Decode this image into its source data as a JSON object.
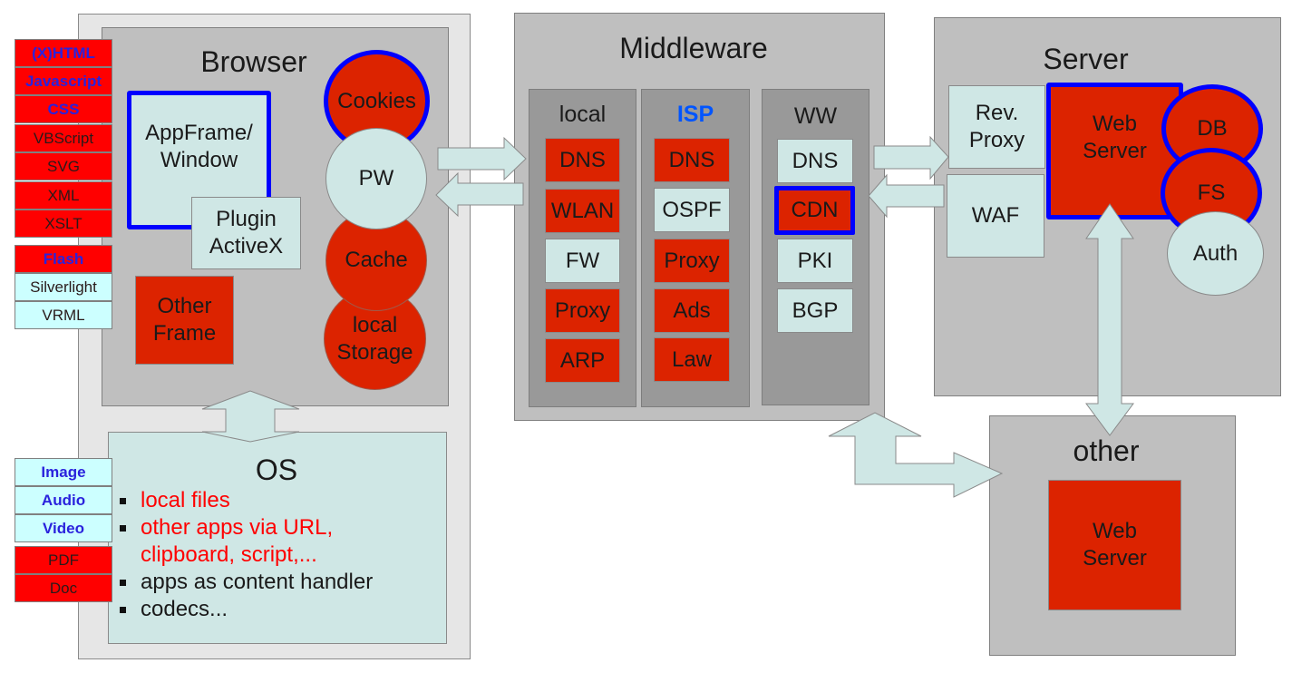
{
  "client_tags": {
    "markup": [
      {
        "label": "(X)HTML",
        "fill": "red",
        "text_color": "blue"
      },
      {
        "label": "Javascript",
        "fill": "red",
        "text_color": "blue"
      },
      {
        "label": "CSS",
        "fill": "red",
        "text_color": "blue"
      },
      {
        "label": "VBScript",
        "fill": "red",
        "text_color": "black"
      },
      {
        "label": "SVG",
        "fill": "red",
        "text_color": "black"
      },
      {
        "label": "XML",
        "fill": "red",
        "text_color": "black"
      },
      {
        "label": "XSLT",
        "fill": "red",
        "text_color": "black"
      }
    ],
    "plugins": [
      {
        "label": "Flash",
        "fill": "red",
        "text_color": "blue"
      },
      {
        "label": "Silverlight",
        "fill": "cyan",
        "text_color": "black"
      },
      {
        "label": "VRML",
        "fill": "cyan",
        "text_color": "black"
      }
    ],
    "media": [
      {
        "label": "Image",
        "fill": "cyan",
        "text_color": "blue"
      },
      {
        "label": "Audio",
        "fill": "cyan",
        "text_color": "blue"
      },
      {
        "label": "Video",
        "fill": "cyan",
        "text_color": "blue"
      }
    ],
    "documents": [
      {
        "label": "PDF",
        "fill": "red",
        "text_color": "black"
      },
      {
        "label": "Doc",
        "fill": "red",
        "text_color": "black"
      }
    ]
  },
  "browser": {
    "title": "Browser",
    "appframe": "AppFrame/\nWindow",
    "plugin": "Plugin\nActiveX",
    "other_frame": "Other\nFrame",
    "stores": {
      "cookies": "Cookies",
      "pw": "PW",
      "cache": "Cache",
      "local_storage": "local\nStorage"
    }
  },
  "os": {
    "title": "OS",
    "items": [
      {
        "text": "local files",
        "highlight": true
      },
      {
        "text": "other apps via URL,\nclipboard, script,...",
        "highlight": true
      },
      {
        "text": "apps as content handler",
        "highlight": false
      },
      {
        "text": "codecs...",
        "highlight": false
      }
    ]
  },
  "middleware": {
    "title": "Middleware",
    "columns": [
      {
        "title": "local",
        "title_color": "black",
        "items": [
          {
            "label": "DNS",
            "fill": "red"
          },
          {
            "label": "WLAN",
            "fill": "red"
          },
          {
            "label": "FW",
            "fill": "light"
          },
          {
            "label": "Proxy",
            "fill": "red"
          },
          {
            "label": "ARP",
            "fill": "red"
          }
        ]
      },
      {
        "title": "ISP",
        "title_color": "blue",
        "items": [
          {
            "label": "DNS",
            "fill": "red"
          },
          {
            "label": "OSPF",
            "fill": "light"
          },
          {
            "label": "Proxy",
            "fill": "red"
          },
          {
            "label": "Ads",
            "fill": "red"
          },
          {
            "label": "Law",
            "fill": "red"
          }
        ]
      },
      {
        "title": "WW",
        "title_color": "black",
        "items": [
          {
            "label": "DNS",
            "fill": "light"
          },
          {
            "label": "CDN",
            "fill": "red",
            "emphasis": true
          },
          {
            "label": "PKI",
            "fill": "light"
          },
          {
            "label": "BGP",
            "fill": "light"
          }
        ]
      }
    ]
  },
  "server": {
    "title": "Server",
    "rev_proxy": "Rev.\nProxy",
    "waf": "WAF",
    "web_server": "Web\nServer",
    "db": "DB",
    "fs": "FS",
    "auth": "Auth"
  },
  "other": {
    "title": "other",
    "web_server": "Web\nServer"
  },
  "colors": {
    "red_fill": "#dc2300",
    "tag_red": "#ff0000",
    "light_fill": "#cfe7e5",
    "tag_cyan": "#ccffff",
    "emphasis_border": "#0000ff",
    "isp_title": "#0055ff",
    "panel_gray": "#bfbfbf",
    "column_gray": "#999999"
  }
}
